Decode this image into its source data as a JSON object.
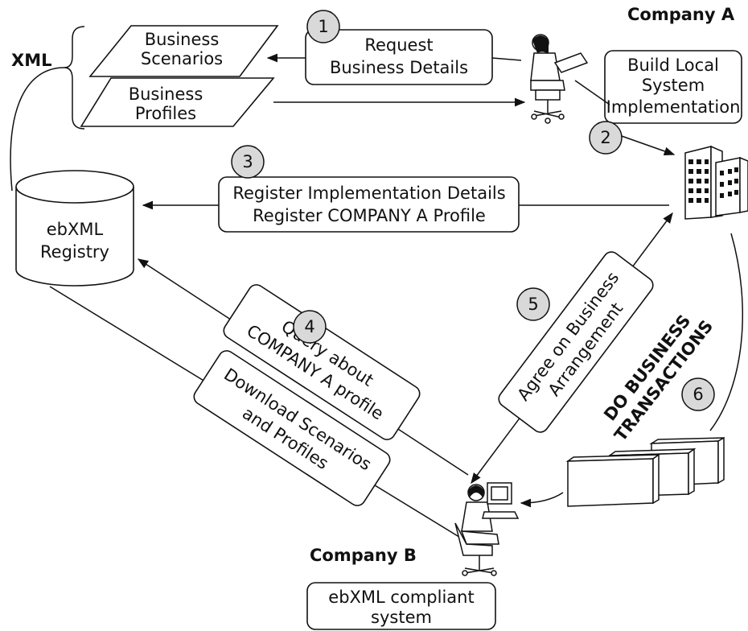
{
  "labels": {
    "company_a": "Company A",
    "company_b": "Company B",
    "xml": "XML",
    "business_scenarios": [
      "Business",
      "Scenarios"
    ],
    "business_profiles": [
      "Business",
      "Profiles"
    ],
    "registry": [
      "ebXML",
      "Registry"
    ],
    "build_local": [
      "Build Local",
      "System",
      "Implementation"
    ],
    "compliant_system": [
      "ebXML compliant",
      "system"
    ]
  },
  "steps": [
    {
      "number": "1",
      "lines": [
        "Request",
        "Business Details"
      ]
    },
    {
      "number": "2",
      "lines": []
    },
    {
      "number": "3",
      "lines": [
        "Register Implementation Details",
        "Register COMPANY A Profile"
      ]
    },
    {
      "number": "4",
      "lines": [
        "Query about",
        "COMPANY A profile"
      ]
    },
    {
      "number": "5",
      "lines": [
        "Agree on Business",
        "Arrangement"
      ]
    },
    {
      "number": "6",
      "lines": [
        "DO BUSINESS",
        "TRANSACTIONS"
      ]
    }
  ],
  "download_box": [
    "Download Scenarios",
    "and Profiles"
  ],
  "colors": {
    "badge": "#d9d9d9",
    "stroke": "#111111",
    "background": "#ffffff"
  },
  "icons": [
    "person-with-laptop-icon",
    "office-building-icon",
    "person-at-computer-icon",
    "server-boxes-icon",
    "database-cylinder-icon"
  ]
}
